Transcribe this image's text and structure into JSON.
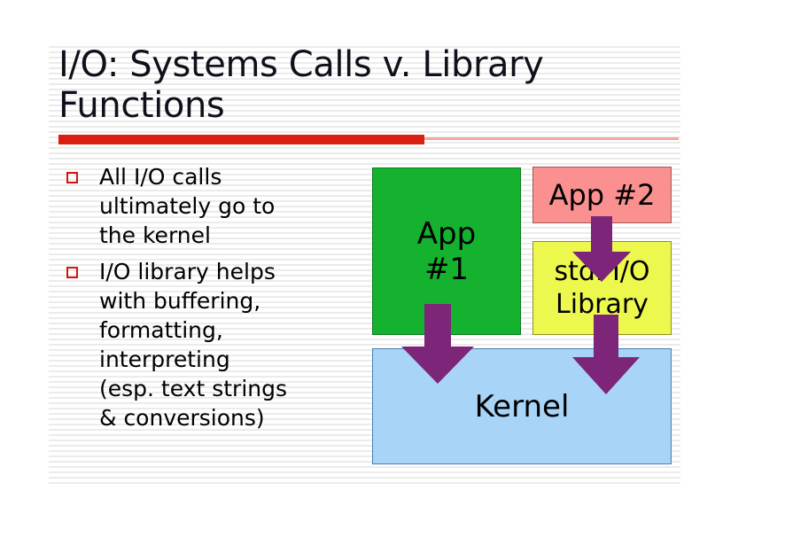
{
  "slide": {
    "title": "I/O: Systems Calls v. Library Functions",
    "divider_color": "#d91f11",
    "divider_color_light": "#f0a9a2",
    "background_color": "#ffffff"
  },
  "bullets": [
    {
      "marker": "hollow-square-bullet",
      "marker_color": "#d41212",
      "text": "All I/O calls\nultimately go to\nthe kernel"
    },
    {
      "marker": "hollow-square-bullet",
      "marker_color": "#d41212",
      "text": "I/O library helps\nwith buffering,\n formatting,\ninterpreting\n (esp. text strings\n & conversions)"
    }
  ],
  "diagram": {
    "type": "block-diagram",
    "boxes": [
      {
        "id": "app1",
        "label": "App\n#1",
        "fill": "#14b22e",
        "border": "#0e7a20",
        "text_color": "#000000"
      },
      {
        "id": "app2",
        "label": "App #2",
        "fill": "#fa9090",
        "border": "#9e5a58",
        "text_color": "#000000"
      },
      {
        "id": "stdio",
        "label": "std. I/O\nLibrary",
        "fill": "#edf84e",
        "border": "#8f8f2a",
        "text_color": "#000000"
      },
      {
        "id": "kernel",
        "label": "Kernel",
        "fill": "#a8d4f8",
        "border": "#4a7fae",
        "text_color": "#000000"
      }
    ],
    "arrows": [
      {
        "id": "app2-to-stdio",
        "from": "app2",
        "to": "stdio",
        "direction": "down",
        "color": "#7d2578"
      },
      {
        "id": "app1-to-kernel",
        "from": "app1",
        "to": "kernel",
        "direction": "down",
        "color": "#7d2578"
      },
      {
        "id": "stdio-to-kernel",
        "from": "stdio",
        "to": "kernel",
        "direction": "down",
        "color": "#7d2578"
      }
    ],
    "arrow_color": "#7d2578"
  }
}
